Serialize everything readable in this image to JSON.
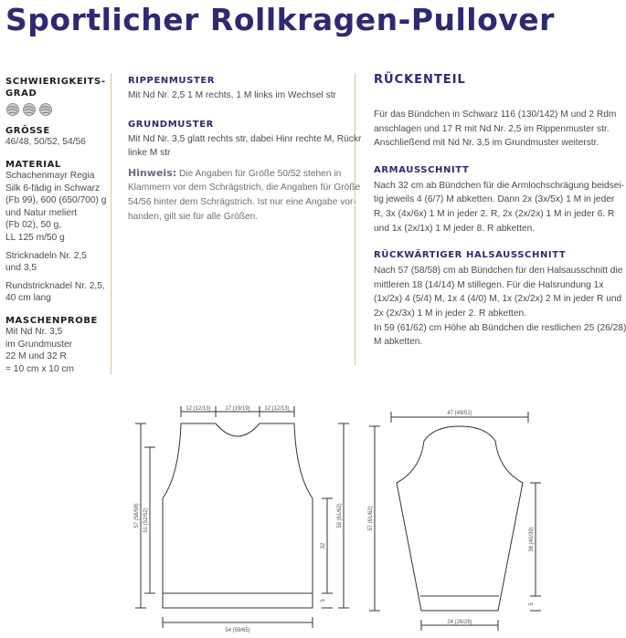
{
  "title": "Sportlicher Rollkragen-Pullover",
  "left_column": {
    "difficulty_heading": [
      "SCHWIERIGKEITS-",
      "GRAD"
    ],
    "difficulty_icons": [
      "yarn-ball-icon",
      "yarn-ball-icon",
      "yarn-ball-icon"
    ],
    "sizes_heading": "GRÖSSE",
    "sizes_value": "46/48, 50/52, 54/56",
    "material_heading": "MATERIAL",
    "material_lines": [
      "Schachenmayr Regia",
      "Silk 6-fädig in Schwarz",
      "(Fb 99), 600 (650/700) g",
      "und Natur meliert",
      "(Fb 02), 50 g,",
      "LL 125 m/50 g"
    ],
    "needles_lines": [
      "Stricknadeln Nr. 2,5",
      "und 3,5"
    ],
    "circular_lines": [
      "Rundstricknadel Nr. 2,5,",
      "40 cm lang"
    ],
    "gauge_heading": "MASCHENPROBE",
    "gauge_lines": [
      "Mit Nd Nr. 3,5",
      "im Grundmuster",
      "22 M und 32 R",
      "= 10 cm x 10 cm"
    ]
  },
  "middle_column": {
    "rib_heading": "RIPPENMUSTER",
    "rib_text": "Mit Nd Nr. 2,5 1 M rechts, 1 M links im Wechsel str",
    "basic_heading": "GRUNDMUSTER",
    "basic_lines": [
      "Mit Nd Nr. 3,5 glatt rechts str, dabei Hinr rechte M, Rückr",
      "linke M str"
    ],
    "note_label": "Hinweis:",
    "note_lines": [
      " Die Angaben für Größe 50/52 stehen in",
      "Klammern vor dem Schrägstrich, die Angaben für Größe",
      "54/56 hinter dem Schrägstrich. Ist nur eine Angabe vor-",
      "handen, gilt sie für alle Größen."
    ]
  },
  "right_column": {
    "section_title": "RÜCKENTEIL",
    "intro_lines": [
      "Für das Bündchen in Schwarz 116 (130/142) M und 2 Rdm",
      "anschlagen und 17 R mit Nd Nr. 2,5 im Rippenmuster str.",
      "Anschließend mit Nd Nr. 3,5 im Grundmuster weiterstr."
    ],
    "armhole_heading": "ARMAUSSCHNITT",
    "armhole_lines": [
      "Nach 32 cm ab Bündchen für die Armlochschrägung beidsei-",
      "tig jeweils 4 (6/7) M abketten. Dann 2x (3x/5x) 1 M in jeder",
      "R, 3x (4x/6x) 1 M in jeder 2. R, 2x (2x/2x) 1 M in jeder 6. R",
      "und 1x (2x/1x) 1 M jeder 8. R abketten."
    ],
    "neck_heading": "RÜCKWÄRTIGER HALSAUSSCHNITT",
    "neck_lines": [
      "Nach 57 (58/58) cm ab Bündchen für den Halsausschnitt die",
      "mittleren 18 (14/14) M stillegen. Für die Halsrundung 1x",
      "(1x/2x) 4 (5/4) M, 1x 4 (4/0) M, 1x (2x/2x) 2 M in jeder R und",
      "2x (2x/3x) 1 M in jeder 2. R abketten.",
      "In 59 (61/62) cm Höhe ab Bündchen die restlichen 25 (26/28)",
      "M abketten."
    ]
  },
  "body_schematic": {
    "top_left": "12 (12/13)",
    "top_mid": "17 (19/19)",
    "top_right": "12 (12/13)",
    "left_outer": "57 (58/58)",
    "left_inner": "51 (52/52)",
    "right_outer": "59 (61/62)",
    "right_inner": "32",
    "right_small": "5",
    "bottom": "54 (59/65)"
  },
  "sleeve_schematic": {
    "top": "47 (49/51)",
    "left": "57 (61/62)",
    "right": "38 (40/39)",
    "right_small": "5",
    "bottom": "24 (26/28)"
  },
  "colors": {
    "title": "#2d2a72",
    "rule": "#d8c39a"
  }
}
